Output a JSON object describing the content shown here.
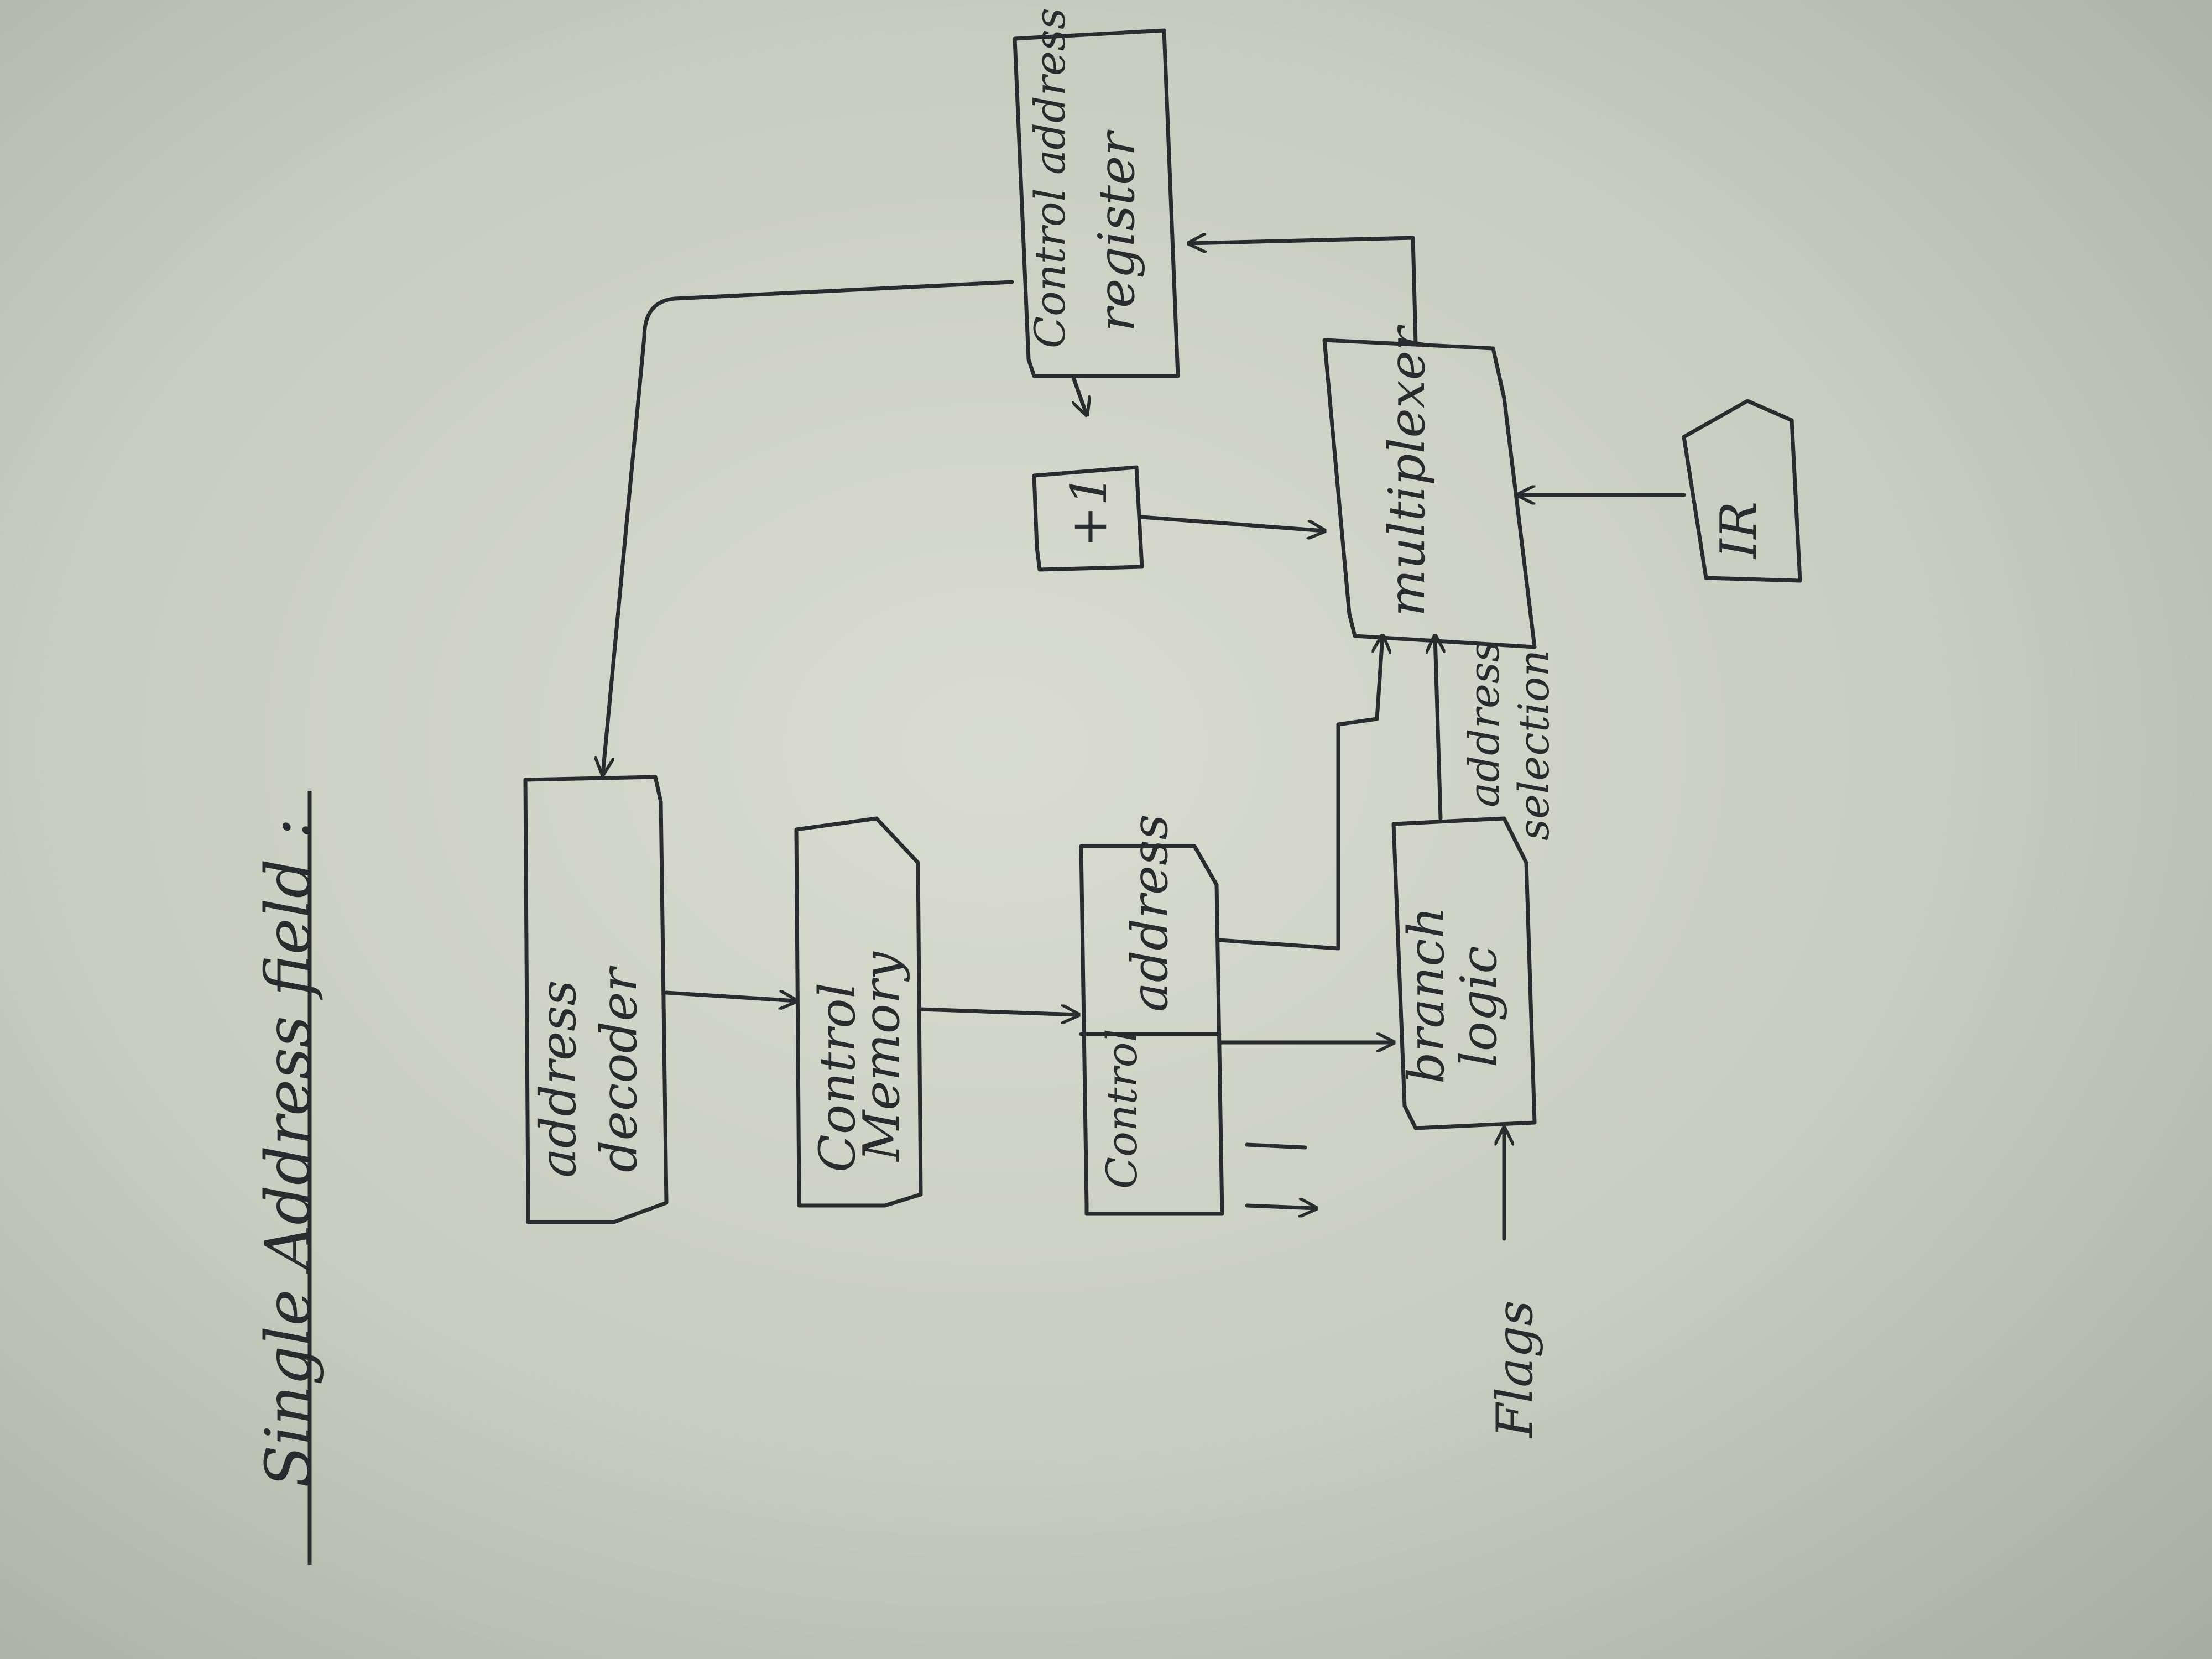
{
  "title": "Single Address field :",
  "blocks": {
    "address_decoder": [
      "address",
      "decoder"
    ],
    "control_memory": [
      "Control",
      "Memory"
    ],
    "control_field": "Control",
    "address_field": "address",
    "branch_logic": [
      "branch",
      "logic"
    ],
    "multiplexer": "multiplexer",
    "control_address_register": [
      "Control address",
      "register"
    ],
    "incrementer": "+1",
    "ir": "IR"
  },
  "signals": {
    "flags": "Flags",
    "address_selection": [
      "address",
      "selection"
    ]
  }
}
